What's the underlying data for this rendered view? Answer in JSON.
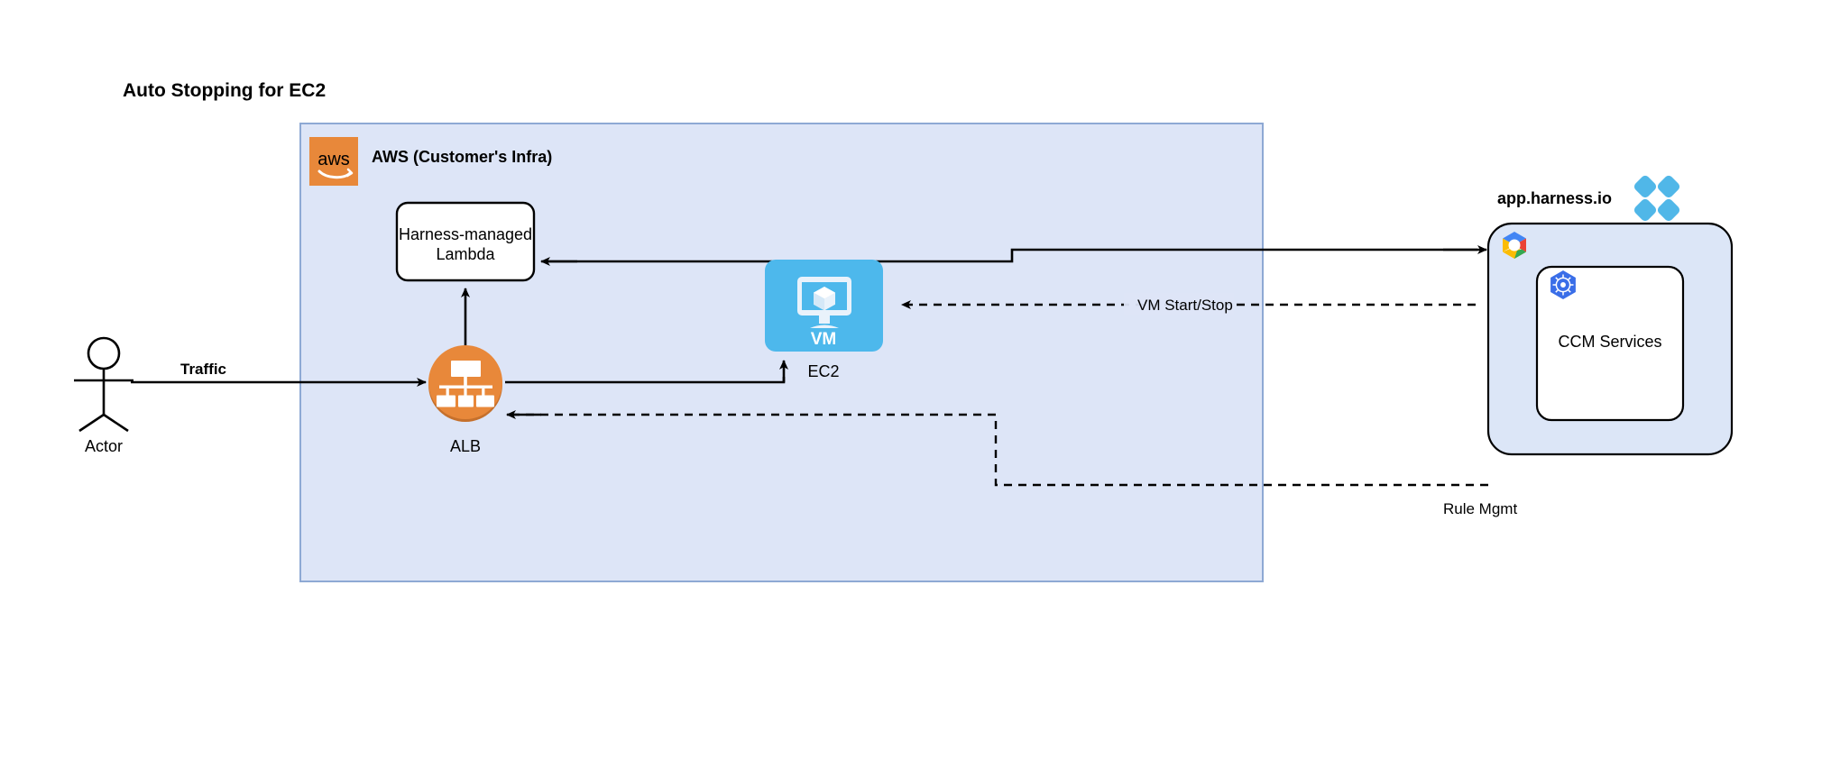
{
  "page": {
    "title": "Auto Stopping for EC2",
    "background": "#ffffff"
  },
  "colors": {
    "aws_orange": "#e8883a",
    "aws_group_fill": "#dde5f7",
    "aws_group_stroke": "#8ea9d4",
    "harness_group_fill": "#dce6f7",
    "harness_group_stroke": "#000000",
    "vm_blue": "#4db8ec",
    "harness_logo_blue": "#50b7e8",
    "kubernetes_blue": "#3a6ee8",
    "edge_stroke": "#000000",
    "node_fill": "#ffffff"
  },
  "actor": {
    "name": "actor",
    "label": "Actor"
  },
  "aws_group": {
    "label": "AWS (Customer's Infra)",
    "logo": "aws-logo",
    "logo_text": "aws",
    "nodes": [
      {
        "id": "lambda",
        "label_line1": "Harness-managed",
        "label_line2": "Lambda",
        "shape": "rounded-rect",
        "fill": "#ffffff"
      },
      {
        "id": "alb",
        "label": "ALB",
        "shape": "circle",
        "fill": "#e8883a",
        "icon": "load-balancer-icon"
      },
      {
        "id": "ec2",
        "label": "EC2",
        "inner_label": "VM",
        "shape": "rounded-square",
        "fill": "#4db8ec",
        "icon": "vm-monitor-icon"
      }
    ]
  },
  "harness_group": {
    "label": "app.harness.io",
    "logo": "harness-logo",
    "cloud_logo": "gcp-logo",
    "nodes": [
      {
        "id": "ccm",
        "label": "CCM Services",
        "shape": "rounded-rect",
        "fill": "#ffffff",
        "icon": "kubernetes-icon"
      }
    ]
  },
  "edges": [
    {
      "id": "traffic",
      "label": "Traffic",
      "from": "actor",
      "to": "alb",
      "style": "solid",
      "bold_label": true
    },
    {
      "id": "alb-to-ec2",
      "label": "",
      "from": "alb",
      "to": "ec2",
      "style": "solid"
    },
    {
      "id": "alb-to-lambda",
      "label": "",
      "from": "alb",
      "to": "lambda",
      "style": "solid"
    },
    {
      "id": "harness-to-lambda",
      "label": "",
      "from": "ccm",
      "to": "lambda",
      "style": "solid"
    },
    {
      "id": "vm-start-stop",
      "label": "VM Start/Stop",
      "from": "ccm",
      "to": "ec2",
      "style": "dashed"
    },
    {
      "id": "rule-mgmt",
      "label": "Rule Mgmt",
      "from": "ccm",
      "to": "alb",
      "style": "dashed"
    }
  ]
}
